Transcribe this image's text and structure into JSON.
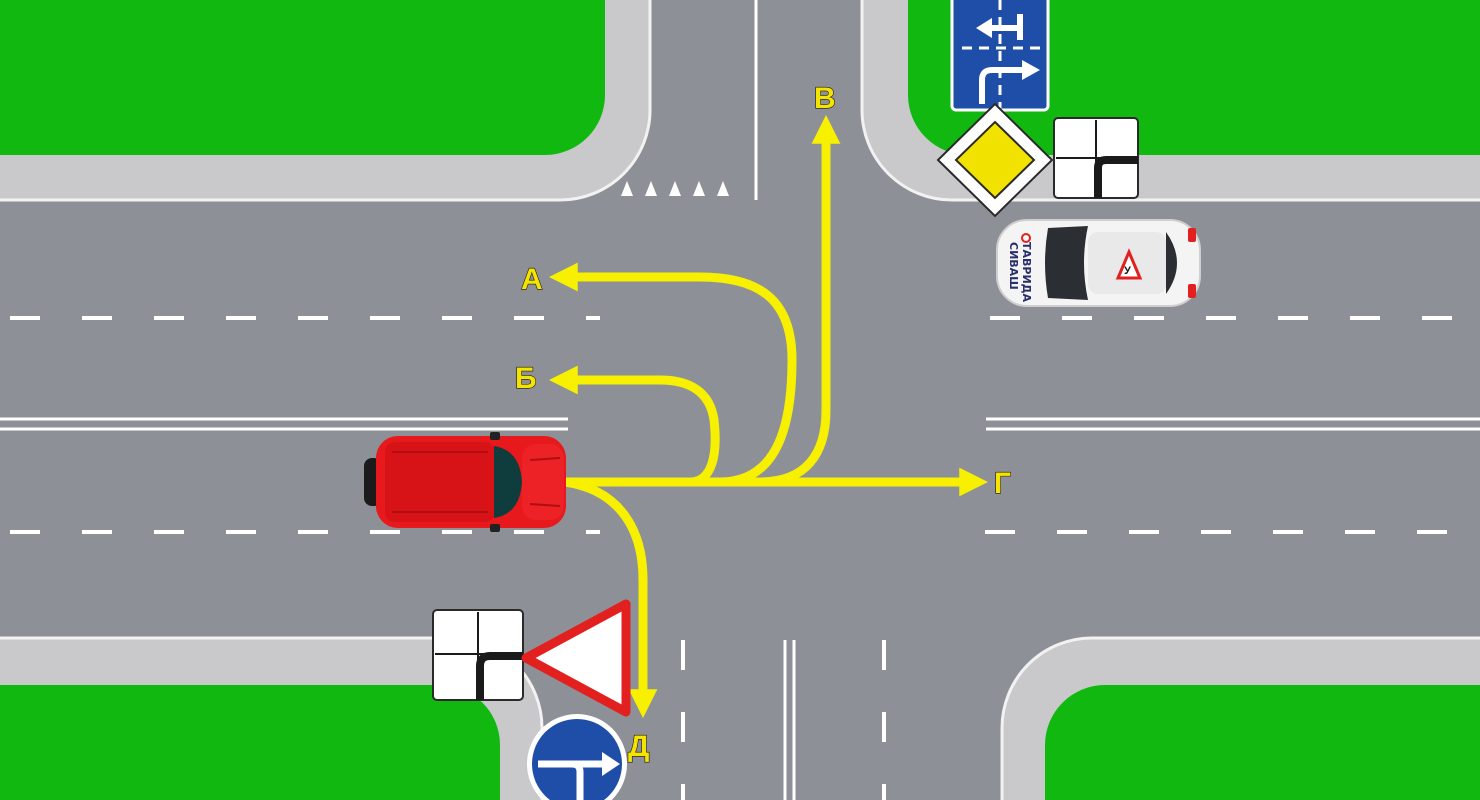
{
  "routes": [
    {
      "id": "A",
      "label": "А"
    },
    {
      "id": "B",
      "label": "Б"
    },
    {
      "id": "V",
      "label": "В"
    },
    {
      "id": "G",
      "label": "Г"
    },
    {
      "id": "D",
      "label": "Д"
    }
  ],
  "learner_car": {
    "brand_line1": "ТАВРИДА",
    "brand_line2": "СИВАШ",
    "badge": "У"
  },
  "signs": [
    {
      "name": "main-road-sign"
    },
    {
      "name": "main-road-direction-plate-top"
    },
    {
      "name": "give-way-sign"
    },
    {
      "name": "main-road-direction-plate-bottom"
    },
    {
      "name": "lane-direction-sign"
    },
    {
      "name": "mandatory-direction-sign"
    }
  ],
  "colors": {
    "grass": "#10b810",
    "road": "#8e9097",
    "sidewalk": "#c9c9cb",
    "arrow": "#f7f000",
    "red_car": "#e8191d",
    "sign_blue": "#1f4ea8",
    "sign_red": "#e32020",
    "sign_yellow": "#f2e200"
  }
}
